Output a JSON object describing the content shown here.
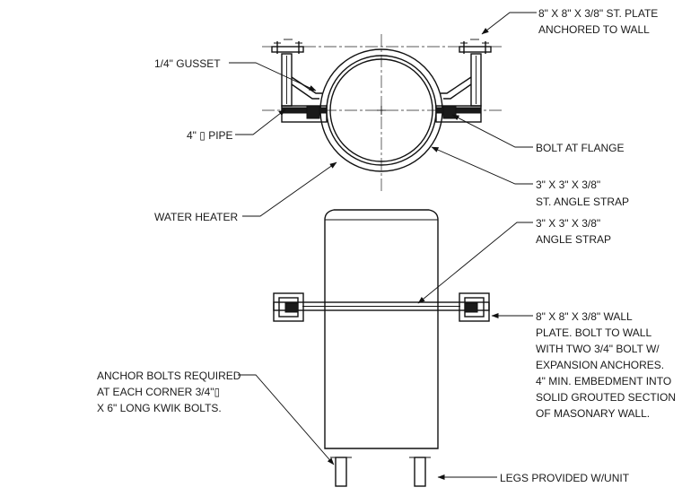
{
  "labels": {
    "plate_top_1": "8\" X 8\" X 3/8\" ST. PLATE",
    "plate_top_2": "ANCHORED TO WALL",
    "gusset": "1/4\"   GUSSET",
    "pipe": "4\" ▯ PIPE",
    "bolt_flange": "BOLT AT FLANGE",
    "st_angle_1": "3\" X 3\" X 3/8\"",
    "st_angle_2": "ST. ANGLE STRAP",
    "water_heater": "WATER HEATER",
    "angle_strap_1": "3\" X 3\" X 3/8\"",
    "angle_strap_2": "ANGLE STRAP",
    "wall_plate_1": "8\" X 8\" X 3/8\" WALL",
    "wall_plate_2": "PLATE.  BOLT TO WALL",
    "wall_plate_3": "WITH TWO 3/4\" BOLT W/",
    "wall_plate_4": "EXPANSION ANCHORES.",
    "wall_plate_5": "4\" MIN. EMBEDMENT INTO",
    "wall_plate_6": "SOLID GROUTED SECTION",
    "wall_plate_7": "OF MASONARY WALL.",
    "anchor_1": "ANCHOR BOLTS REQUIRED",
    "anchor_2": "AT EACH CORNER 3/4\"▯",
    "anchor_3": "X 6\" LONG KWIK BOLTS.",
    "legs": "LEGS PROVIDED W/UNIT"
  }
}
